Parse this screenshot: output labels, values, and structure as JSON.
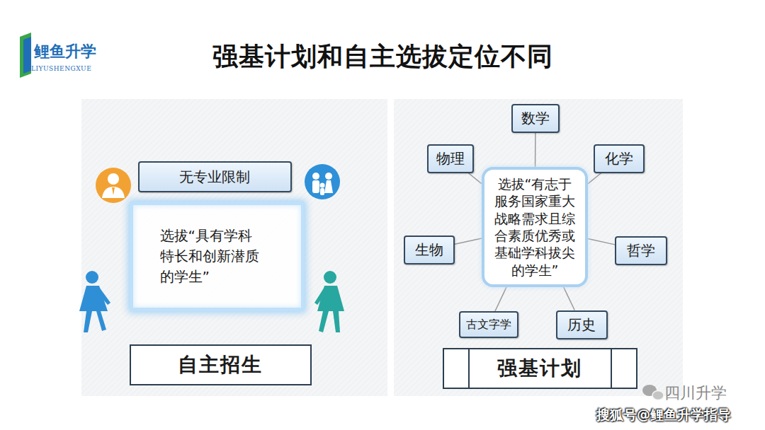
{
  "diagram": {
    "title": "强基计划和自主选拔定位不同",
    "nodes": [
      {
        "text": [
          "无专业限制"
        ]
      },
      {
        "text": [
          "选拔“具有学科特长和创新潜质的学生”"
        ]
      },
      {
        "text": [
          "自主招生"
        ]
      },
      {
        "text": [
          "数学"
        ]
      },
      {
        "text": [
          "物理"
        ]
      },
      {
        "text": [
          "化学"
        ]
      },
      {
        "text": [
          "选拔“有志于服务国家重大战略需求且综合素质优秀或基础学科拔尖的学生”"
        ]
      },
      {
        "text": [
          "生物"
        ]
      },
      {
        "text": [
          "哲学"
        ]
      },
      {
        "text": [
          "古文字学"
        ]
      },
      {
        "text": [
          "历史"
        ]
      },
      {
        "text": [
          "强基计划"
        ]
      }
    ],
    "edges": [
      {
        "from": 6,
        "to": 3,
        "arrow": "none"
      },
      {
        "from": 6,
        "to": 4,
        "arrow": "none"
      },
      {
        "from": 6,
        "to": 5,
        "arrow": "none"
      },
      {
        "from": 6,
        "to": 7,
        "arrow": "none"
      },
      {
        "from": 6,
        "to": 8,
        "arrow": "none"
      },
      {
        "from": 6,
        "to": 9,
        "arrow": "none"
      },
      {
        "from": 6,
        "to": 10,
        "arrow": "none"
      }
    ],
    "labels": [
      "鲤鱼升学",
      "LIYUSHENGXUE",
      "四川升学",
      "搜狐号@鲤鱼升学指导"
    ]
  }
}
